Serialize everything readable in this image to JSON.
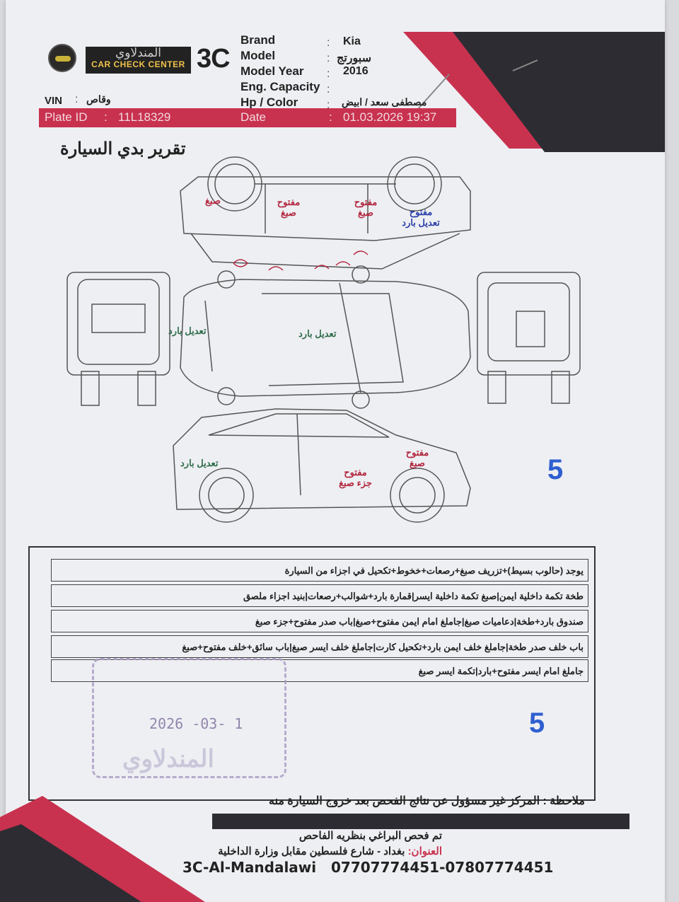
{
  "logo": {
    "arabic": "المندلاوي",
    "english": "CAR CHECK CENTER",
    "mark": "3C"
  },
  "fields": {
    "brand": {
      "label": "Brand",
      "value": "Kia"
    },
    "model": {
      "label": "Model",
      "value": "سبورتج"
    },
    "model_year": {
      "label": "Model Year",
      "value": "2016"
    },
    "eng_capacity": {
      "label": "Eng. Capacity",
      "value": ""
    },
    "hp_color": {
      "label": "Hp / Color",
      "value": "مصطفى سعد / ابيض"
    },
    "vin": {
      "label": "VIN",
      "value": "وقاص"
    },
    "plate_id": {
      "label": "Plate ID",
      "value": "11L18329"
    },
    "date": {
      "label": "Date",
      "value": "01.03.2026 19:37"
    }
  },
  "report_title": "تقرير بدي السيارة",
  "diagram_notes": {
    "top_rear": "صبغ",
    "top_door1": "مفتوح صبغ",
    "top_door2": "مفتوح صبغ",
    "top_front": "مفتوح تعديل بارد",
    "roof_rear": "تعديل بارد",
    "roof": "تعديل بارد",
    "side_rear": "تعديل بارد",
    "side_front": "مفتوح صبغ",
    "side_door": "مفتوح جزء صبغ"
  },
  "score_diagram": "5",
  "notes": [
    "يوجد (حالوب بسيط)+تزريف صبغ+رصعات+خخوط+تكحيل في اجزاء من السيارة",
    "طخة تكمة داخلية ايمن|صبغ تكمة داخلية ايسر|قمارة بارد+شوالب+رصعات|بنيد اجزاء ملصق",
    "صندوق بارد+طخة|دعاميات صبغ|جاملغ امام ايمن مفتوح+صبغ|باب صدر مفتوح+جزء صبغ",
    "باب خلف صدر طخة|جاملغ خلف ايمن بارد+تكحيل كارت|جاملغ خلف ايسر صبغ|باب سائق+خلف مفتوح+صبغ",
    "جاملغ امام ايسر مفتوح+بارد|تكمة ايسر صبغ"
  ],
  "stamp": {
    "date": "2026 -03- 1",
    "text": "المندلاوي"
  },
  "score_notes": "5",
  "remark": "ملاحظة : المركز غير مسؤول عن نتائج الفحص بعد خروج السيارة منه",
  "footer": {
    "line1": "تم فحص البراغي بنظريه الفاحص",
    "address_label": "العنوان:",
    "address": "بغداد - شارع فلسطين مقابل وزارة الداخلية",
    "brand": "3C-Al-Mandalawi",
    "phones": "07707774451-07807774451"
  },
  "colors": {
    "accent_red": "#c8324f",
    "dark": "#2d2c33",
    "note_red": "#b3273f",
    "note_blue": "#2a3fa8",
    "note_green": "#2f6d4a",
    "score_blue": "#2f5fd0"
  }
}
